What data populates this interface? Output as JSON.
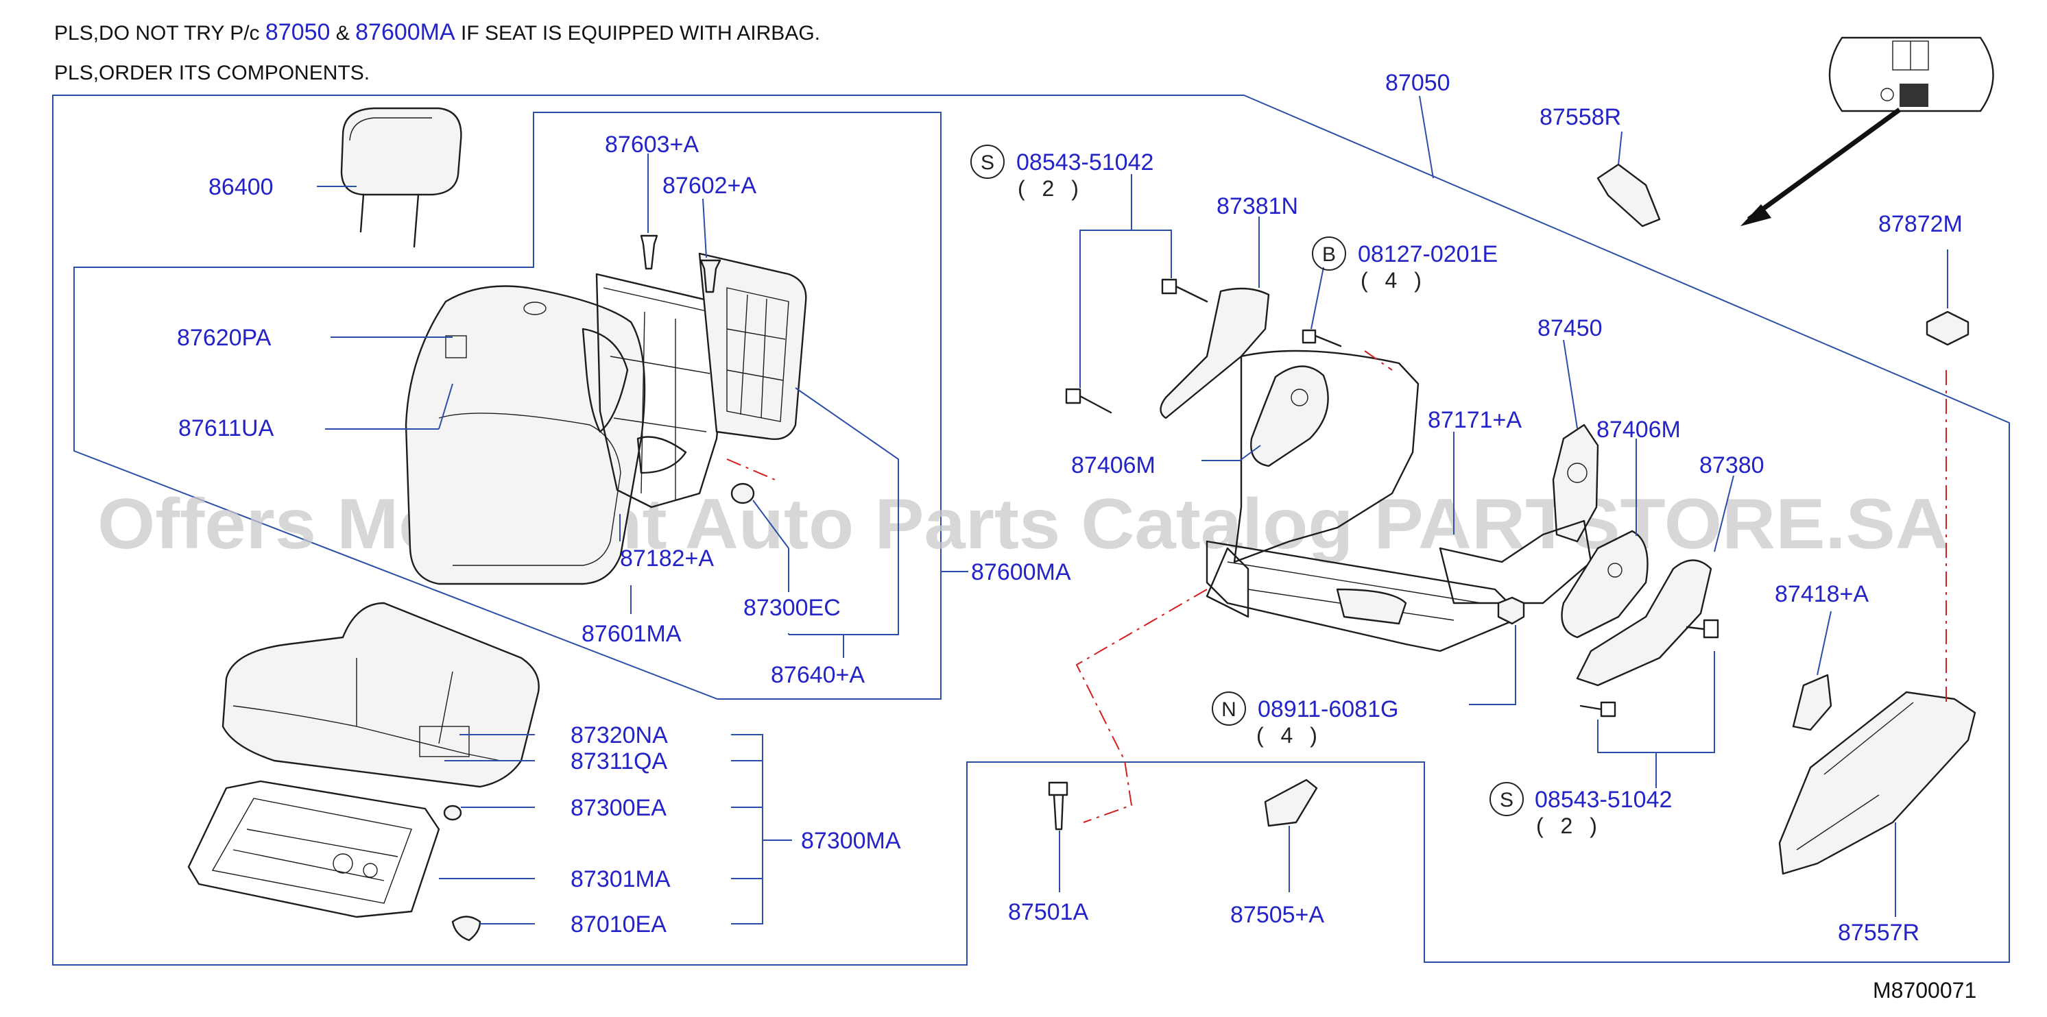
{
  "notice": {
    "line1_parts": [
      "PLS,DO  NOT  TRY  P/c ",
      "87050",
      " & ",
      "87600MA",
      " IF  SEAT  IS  EQUIPPED  WITH  AIRBAG."
    ],
    "line2": "PLS,ORDER  ITS  COMPONENTS."
  },
  "watermark": "Offers Merchant Auto Parts Catalog PARTSTORE.SA",
  "diagram_id": "M8700071",
  "badges": {
    "s": "S",
    "b": "B",
    "n": "N"
  },
  "parts": {
    "p87050": "87050",
    "p87558R": "87558R",
    "p87872M": "87872M",
    "p86400": "86400",
    "p87603A": "87603+A",
    "p87602A": "87602+A",
    "p87620PA": "87620PA",
    "p87611UA": "87611UA",
    "p87182A": "87182+A",
    "p87601MA": "87601MA",
    "p87300EC": "87300EC",
    "p87600MA": "87600MA",
    "p87640A": "87640+A",
    "p87320NA": "87320NA",
    "p87311QA": "87311QA",
    "p87300EA": "87300EA",
    "p87300MA": "87300MA",
    "p87301MA": "87301MA",
    "p87010EA": "87010EA",
    "bolt_s1": "08543-51042",
    "bolt_s1_qty": "( 2 )",
    "p87381N": "87381N",
    "bolt_b": "08127-0201E",
    "bolt_b_qty": "( 4 )",
    "p87450": "87450",
    "p87171A": "87171+A",
    "p87406M_left": "87406M",
    "p87406M_right": "87406M",
    "p87380": "87380",
    "p87418A": "87418+A",
    "nut_n": "08911-6081G",
    "nut_n_qty": "( 4 )",
    "bolt_s2": "08543-51042",
    "bolt_s2_qty": "( 2 )",
    "p87501A": "87501A",
    "p87505A": "87505+A",
    "p87557R": "87557R"
  },
  "colors": {
    "part_number": "#2323c8",
    "frame": "#2b4fa8",
    "phantom_line": "#d21e1e",
    "outline": "#1d1d1d"
  }
}
